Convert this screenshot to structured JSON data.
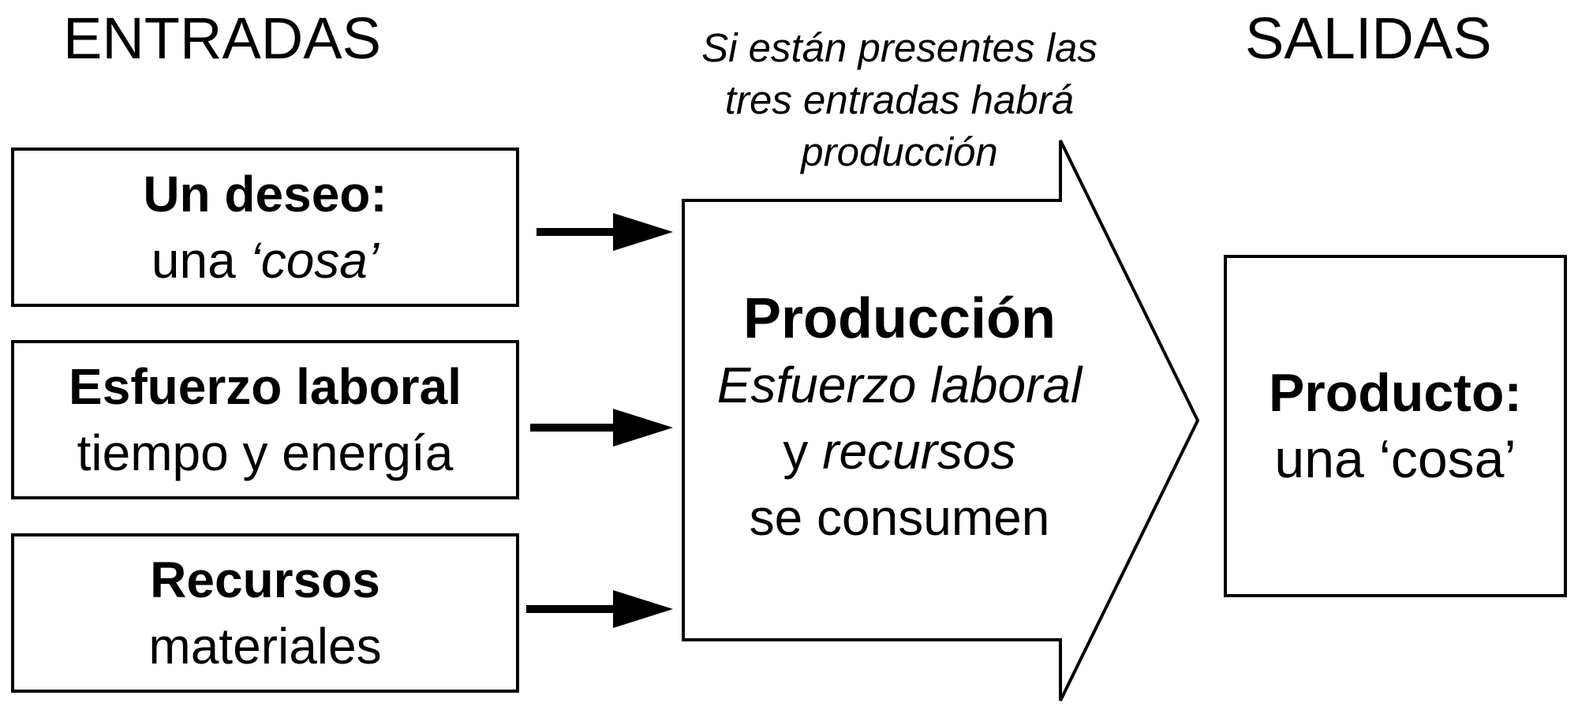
{
  "headings": {
    "inputs": "ENTRADAS",
    "outputs": "SALIDAS"
  },
  "note": {
    "line1": "Si están presentes las",
    "line2": "tres entradas habrá",
    "line3": "producción"
  },
  "inputs": [
    {
      "title": "Un deseo:",
      "sub_plain": "una ",
      "sub_italic": "‘cosa’"
    },
    {
      "title": "Esfuerzo laboral",
      "sub": "tiempo y energía"
    },
    {
      "title": "Recursos",
      "sub": "materiales"
    }
  ],
  "process": {
    "title": "Producción",
    "line1_italic": "Esfuerzo laboral",
    "line2_plain": "y ",
    "line2_italic": "recursos",
    "line3": "se consumen"
  },
  "output": {
    "title": "Producto:",
    "sub": "una ‘cosa’"
  },
  "colors": {
    "stroke": "#000000",
    "background": "#ffffff"
  }
}
